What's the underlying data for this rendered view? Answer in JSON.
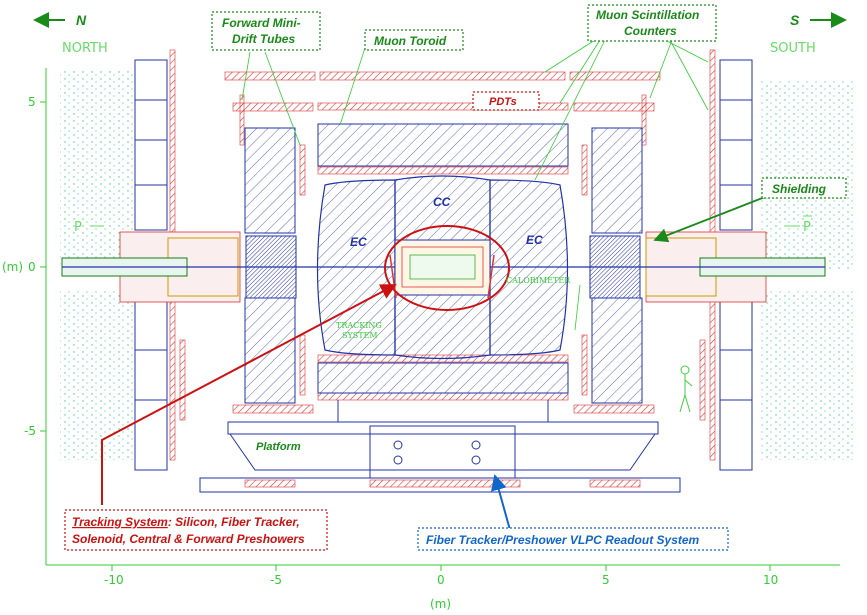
{
  "directions": {
    "north_arrow": "N",
    "south_arrow": "S",
    "north": "NORTH",
    "south": "SOUTH"
  },
  "beams": {
    "p": "P",
    "pbar": "P"
  },
  "labels": {
    "forward_mini_drift_line1": "Forward Mini-",
    "forward_mini_drift_line2": "Drift Tubes",
    "muon_toroid": "Muon Toroid",
    "muon_scint_line1": "Muon Scintillation",
    "muon_scint_line2": "Counters",
    "pdts": "PDTs",
    "shielding": "Shielding",
    "cc": "CC",
    "ec_left": "EC",
    "ec_right": "EC",
    "calorimeter": "CALORIMETER",
    "tracking_line1": "TRACKING",
    "tracking_line2": "SYSTEM",
    "platform": "Platform",
    "tracking_box_title": "Tracking System",
    "tracking_box_rest": ": Silicon, Fiber Tracker,",
    "tracking_box_line2": "Solenoid, Central & Forward Preshowers",
    "fiber_box": "Fiber Tracker/Preshower VLPC Readout System"
  },
  "axes": {
    "x_ticks": [
      "-10",
      "-5",
      "0",
      "5",
      "10"
    ],
    "x_values": [
      -10,
      -5,
      0,
      5,
      10
    ],
    "y_ticks": [
      "5",
      "0",
      "-5"
    ],
    "y_values": [
      5,
      0,
      -5
    ],
    "x_unit": "(m)",
    "y_unit": "(m)"
  },
  "colors": {
    "axis": "#33cc33",
    "callout_green": "#1a8a1a",
    "callout_red": "#cc1111",
    "callout_blue": "#1166cc",
    "outline": "#2233aa",
    "hatch_red": "#dd3333"
  }
}
